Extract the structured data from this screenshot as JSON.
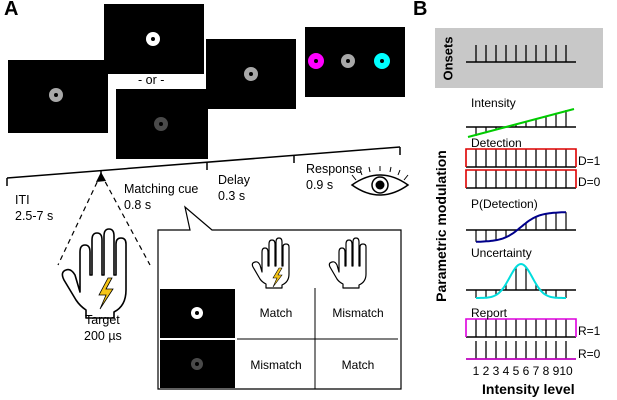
{
  "panel_a": {
    "letter": "A",
    "or_label": "- or -",
    "timeline": [
      {
        "name": "ITI",
        "duration": "2.5-7 s"
      },
      {
        "name": "Matching cue",
        "duration": "0.8 s"
      },
      {
        "name": "Delay",
        "duration": "0.3 s"
      },
      {
        "name": "Response",
        "duration": "0.9 s"
      }
    ],
    "target": {
      "name": "Target",
      "duration": "200 µs"
    },
    "table": {
      "row1": [
        "Match",
        "Mismatch"
      ],
      "row2": [
        "Mismatch",
        "Match"
      ]
    },
    "colors": {
      "magenta": "#ff00ff",
      "cyan": "#00ffff",
      "lightning": "#f5c518"
    }
  },
  "panel_b": {
    "letter": "B",
    "onsets_label": "Onsets",
    "y_axis_label": "Parametric modulation",
    "x_axis_label": "Intensity level",
    "x_ticks": [
      "1",
      "2",
      "3",
      "4",
      "5",
      "6",
      "7",
      "8",
      "9",
      "10"
    ],
    "modulators": [
      {
        "name": "Intensity",
        "color": "#00cc00"
      },
      {
        "name": "Detection",
        "color": "#dd0000",
        "levels": [
          "D=1",
          "D=0"
        ]
      },
      {
        "name": "P(Detection)",
        "color": "#00008b"
      },
      {
        "name": "Uncertainty",
        "color": "#00dddd"
      },
      {
        "name": "Report",
        "color": "#dd00dd",
        "levels": [
          "R=1",
          "R=0"
        ]
      }
    ]
  }
}
